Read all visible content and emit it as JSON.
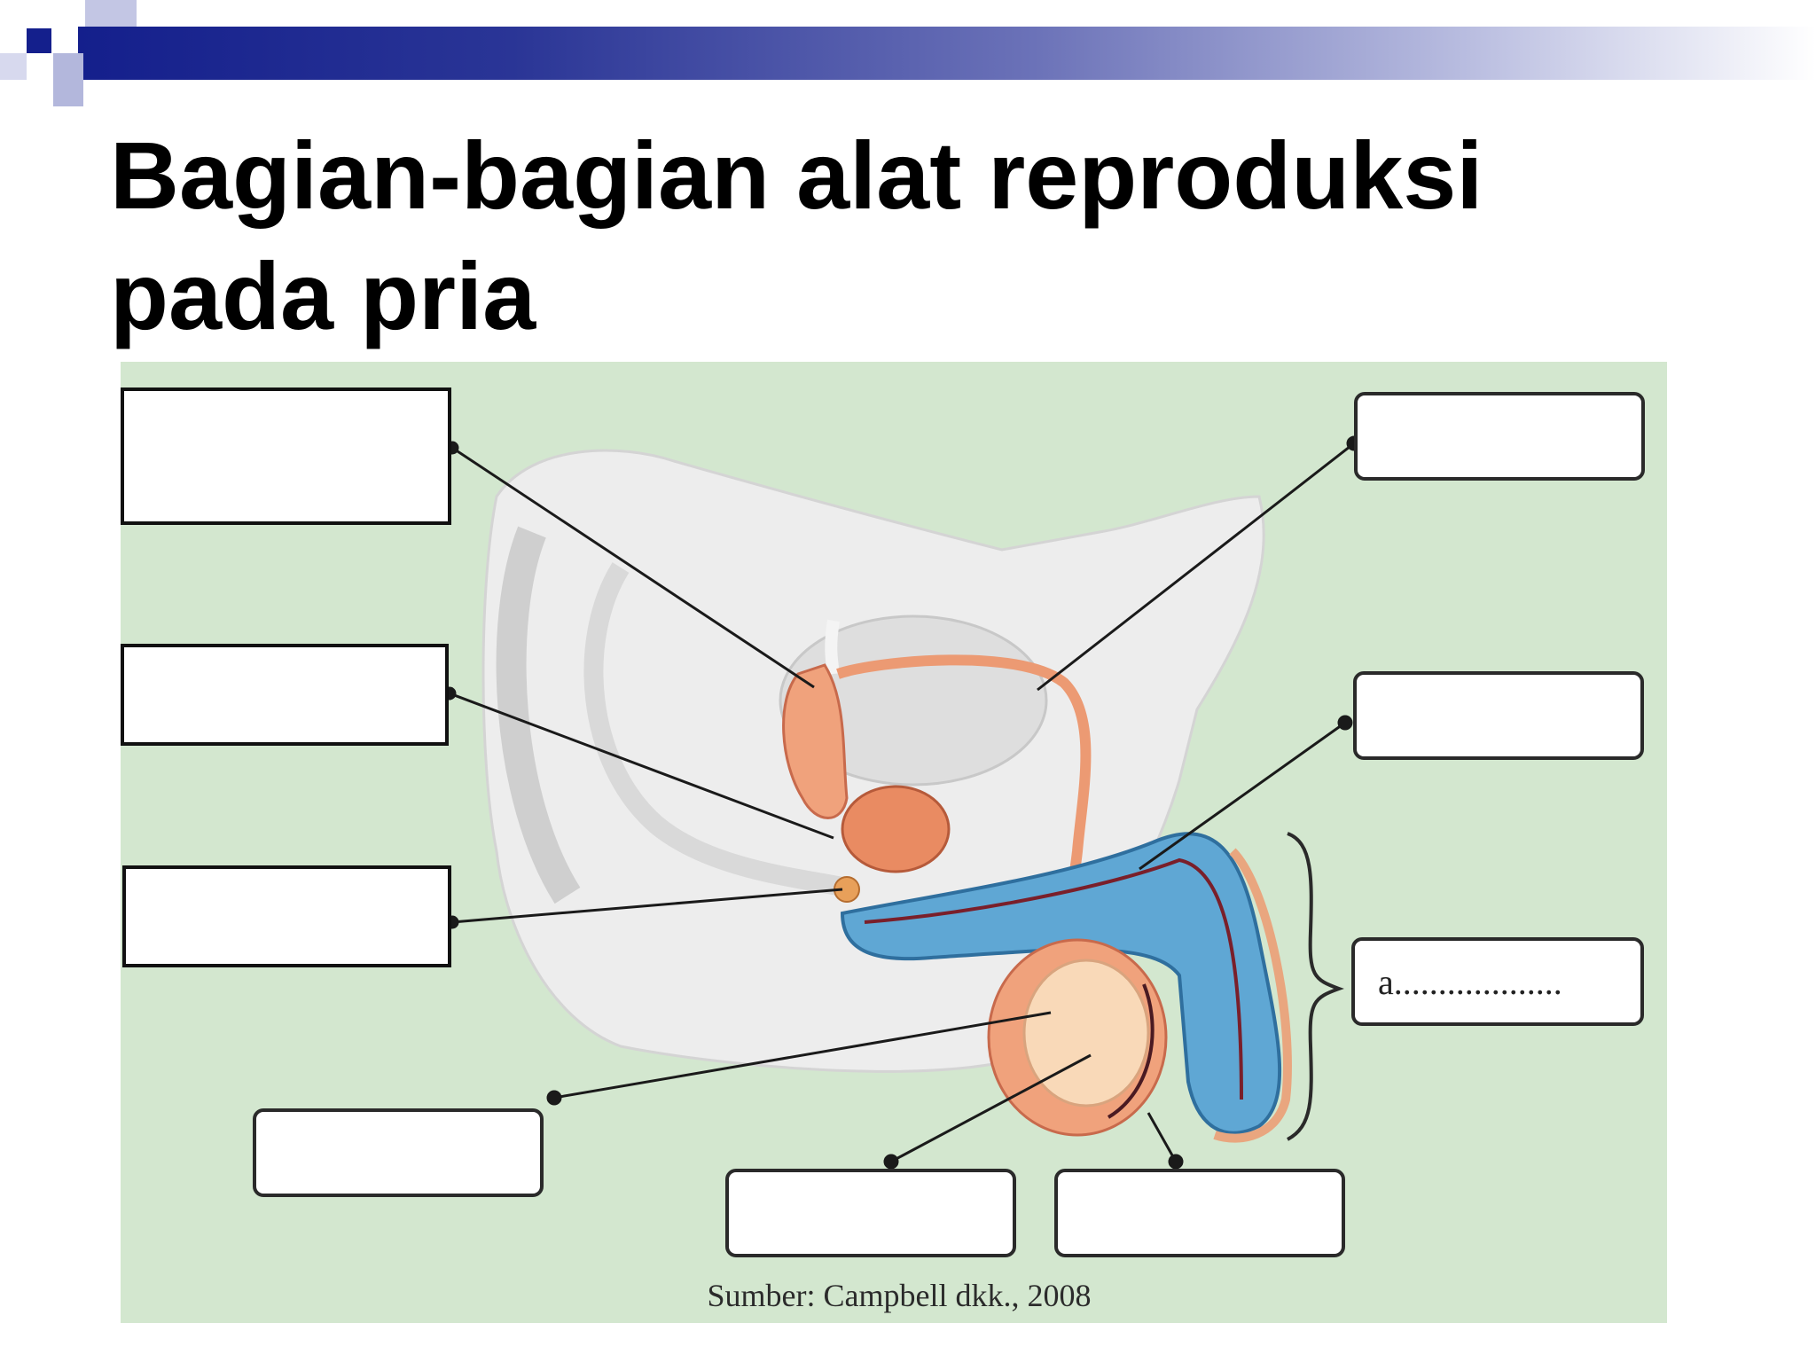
{
  "slide": {
    "title_line1": "Bagian-bagian alat reproduksi",
    "title_line2": "pada pria"
  },
  "diagram": {
    "penis_bracket_label": "a...................",
    "source": "Sumber: Campbell dkk., 2008"
  },
  "colors": {
    "accent_blue": "#141f8c",
    "panel_green": "#d3e7cf",
    "organ_orange": "#f0a27c",
    "erectile_blue": "#5fa7d4"
  }
}
